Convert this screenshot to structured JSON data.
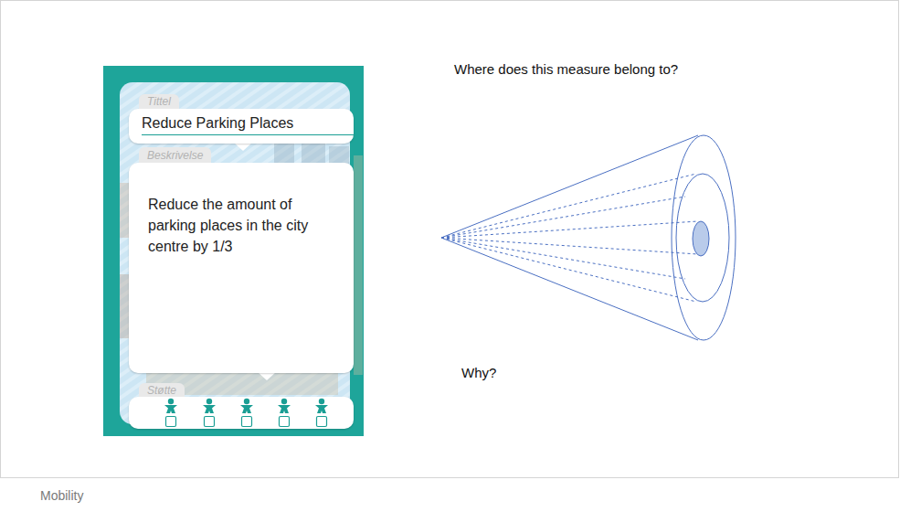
{
  "diagram": {
    "nodes": [
      {
        "text": [
          "Tittel",
          "Reduce Parking Places"
        ]
      },
      {
        "text": [
          "Beskrivelse",
          "Reduce the amount of parking places in the city centre by 1/3"
        ]
      },
      {
        "text": [
          "Støtte"
        ]
      }
    ],
    "labels": [
      "Where does this measure belong to?",
      "Why?",
      "Mobility"
    ]
  }
}
